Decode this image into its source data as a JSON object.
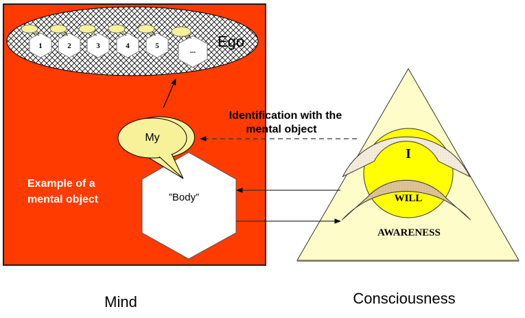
{
  "colors": {
    "mind_background": "#ff3b00",
    "ego_pattern_background": "#ffffff",
    "ego_pattern_lines": "#000000",
    "bubble_fill": "#f7f19a",
    "hexagon_fill": "#ffffff",
    "triangle_fill": "#fefcc9",
    "i_circle_fill": "#ffff00",
    "will_fill": "#f6eee0",
    "awareness_fill": "#dfc69a",
    "example_text": "#ffffff",
    "dark_text": "#000000"
  },
  "mind": {
    "label": "Mind",
    "ego": {
      "label": "Ego",
      "objects": [
        {
          "label": "1"
        },
        {
          "label": "2"
        },
        {
          "label": "3"
        },
        {
          "label": "4"
        },
        {
          "label": "5"
        },
        {
          "label": "..."
        }
      ]
    },
    "example_label_line1": "Example of a",
    "example_label_line2": "mental object",
    "my_bubble": "My",
    "body_object": "”Body”"
  },
  "consciousness": {
    "label": "Consciousness",
    "i_label": "I",
    "will_label": "WILL",
    "awareness_label": "AWARENESS"
  },
  "identification": {
    "line1": "Identification with the",
    "line2": "mental object"
  }
}
